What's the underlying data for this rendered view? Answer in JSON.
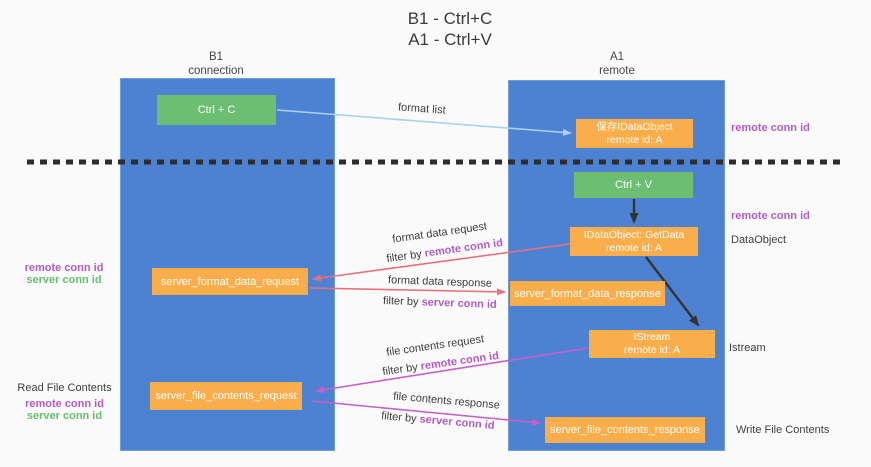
{
  "title": {
    "line1": "B1 - Ctrl+C",
    "line2": "A1 - Ctrl+V"
  },
  "lanes": {
    "left": {
      "header_line1": "B1",
      "header_line2": "connection"
    },
    "right": {
      "header_line1": "A1",
      "header_line2": "remote"
    }
  },
  "nodes": {
    "ctrl_c": "Ctrl + C",
    "ctrl_v": "Ctrl + V",
    "save_idataobject": {
      "line1": "保存IDataObject",
      "line2": "remote id: A"
    },
    "getdata": {
      "line1": "IDataObject::GetData",
      "line2": "remote id: A"
    },
    "istream": {
      "line1": "IStream",
      "line2": "remote id: A"
    },
    "format_request": "server_format_data_request",
    "format_response": "server_format_data_response",
    "file_request": "server_file_contents_request",
    "file_response": "server_file_contents_response"
  },
  "edge_labels": {
    "format_list": "format list",
    "format_data_request": "format data request",
    "format_data_response": "format data response",
    "file_contents_request": "file contents request",
    "file_contents_response": "file contents response",
    "filter_by": "filter by",
    "remote_conn_id": "remote conn id",
    "server_conn_id": "server conn id"
  },
  "side_labels": {
    "right_remote_conn_id_top": "remote conn id",
    "right_remote_conn_id_mid": "remote conn id",
    "dataobject": "DataObject",
    "istream": "Istream",
    "write_file_contents": "Write File Contents",
    "left_remote_conn_id_top": "remote conn id",
    "left_server_conn_id_top": "server conn id",
    "read_file_contents": "Read File Contents",
    "left_remote_conn_id_bottom": "remote conn id",
    "left_server_conn_id_bottom": "server conn id"
  },
  "colors": {
    "lane_blue": "#4d82d2",
    "box_green": "#6cbe71",
    "box_orange": "#f9ae4b",
    "arrow_light_blue": "#a6d2f0",
    "arrow_red": "#e8707a",
    "arrow_magenta": "#c95fc9",
    "arrow_black": "#333333",
    "separator_black": "#2d2d2d",
    "text_purple": "#b15cc6",
    "text_green": "#67be70"
  }
}
